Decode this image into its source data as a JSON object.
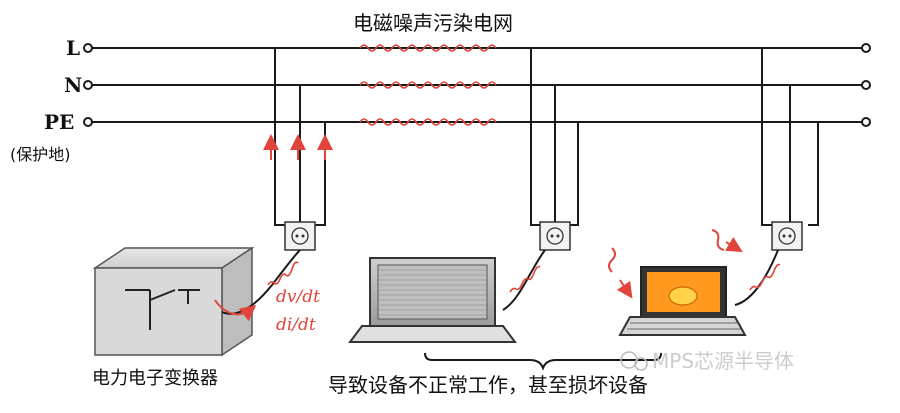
{
  "diagram": {
    "title": "电磁噪声污染电网",
    "line_labels": {
      "l": "L",
      "n": "N",
      "pe": "PE",
      "pe_note": "(保护地)"
    },
    "formula_voltage": "dv/dt",
    "formula_current": "di/dt",
    "converter_label": "电力电子变换器",
    "consequence_caption": "导致设备不正常工作，甚至损坏设备",
    "watermark": "MPS芯源半导体",
    "colors": {
      "wire": "#1a1a1a",
      "noise": "#e0443a",
      "box_fill": "#d9d9d9",
      "screen": "#ff9a1e",
      "text": "#111111"
    }
  }
}
